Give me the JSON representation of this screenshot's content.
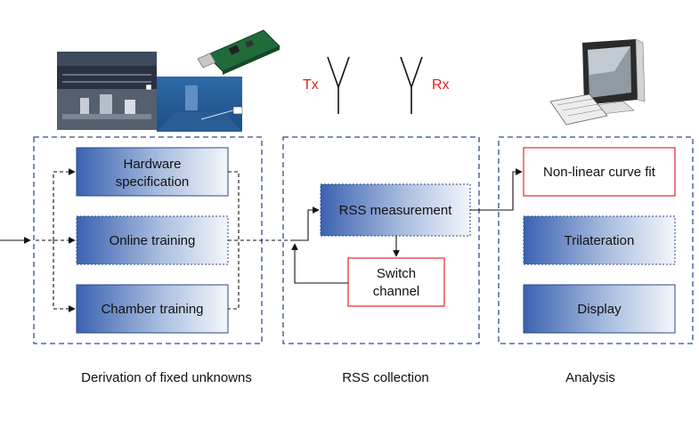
{
  "colors": {
    "box_blue_dark": "#3b62b1",
    "box_blue_light": "#f3f6fb",
    "red_outline": "#e8262a",
    "group_border": "#2f4f8f",
    "antenna_label": "#e02020"
  },
  "groups": {
    "derivation": {
      "caption": "Derivation of fixed unknowns",
      "hardware_line1": "Hardware",
      "hardware_line2": "specification",
      "online": "Online training",
      "chamber": "Chamber training"
    },
    "rss": {
      "caption": "RSS collection",
      "measurement": "RSS measurement",
      "switch_line1": "Switch",
      "switch_line2": "channel"
    },
    "analysis": {
      "caption": "Analysis",
      "curve_fit": "Non-linear curve fit",
      "trilateration": "Trilateration",
      "display": "Display"
    }
  },
  "antennas": {
    "tx": "Tx",
    "rx": "Rx"
  },
  "icons": {
    "photos": "lab-photos-icon",
    "pcb": "pcb-board-icon",
    "antenna": "antenna-icon",
    "computer": "computer-icon"
  }
}
